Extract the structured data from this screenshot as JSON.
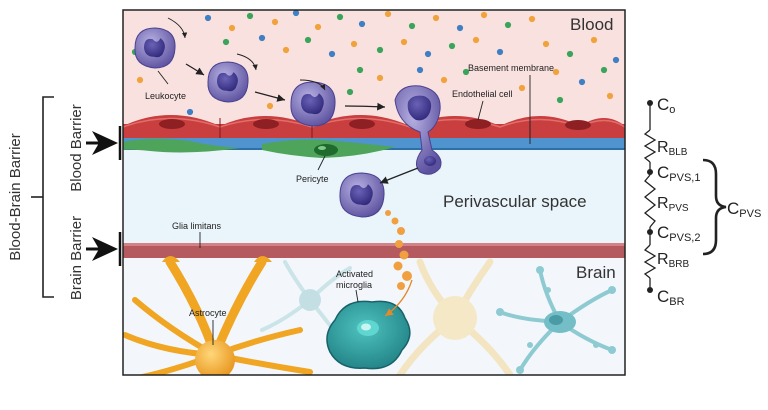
{
  "regions": {
    "blood": "Blood",
    "perivascular": "Perivascular space",
    "brain": "Brain"
  },
  "labels": {
    "leukocyte": "Leukocyte",
    "endothelial_cell": "Endothelial cell",
    "basement_membrane": "Basement membrane",
    "pericyte": "Pericyte",
    "glia_limitans": "Glia limitans",
    "activated_microglia_line1": "Activated",
    "activated_microglia_line2": "microglia",
    "astrocyte": "Astrocyte"
  },
  "barriers": {
    "blood_brain": "Blood-Brain Barrier",
    "blood": "Blood Barrier",
    "brain": "Brain Barrier"
  },
  "circuit": {
    "nodes": [
      {
        "main": "C",
        "sub": "o"
      },
      {
        "main": "C",
        "sub": "PVS,1"
      },
      {
        "main": "C",
        "sub": "PVS,2"
      },
      {
        "main": "C",
        "sub": "BR"
      }
    ],
    "resistors": [
      {
        "main": "R",
        "sub": "BLB"
      },
      {
        "main": "R",
        "sub": "PVS"
      },
      {
        "main": "R",
        "sub": "BRB"
      }
    ],
    "group": {
      "main": "C",
      "sub": "PVS"
    }
  },
  "colors": {
    "blood_bg": "#f9e1df",
    "perivascular_bg": "#eaf4fb",
    "brain_bg": "#f3f7fb",
    "endothelium": "#c8393a",
    "basement": "#4f94cf",
    "pericyte": "#4ea45a",
    "glia_limitans": "#b55a5e",
    "leukocyte": "#6d62b0",
    "astrocyte": "#f0a523",
    "microglia": "#2b9c9c"
  }
}
